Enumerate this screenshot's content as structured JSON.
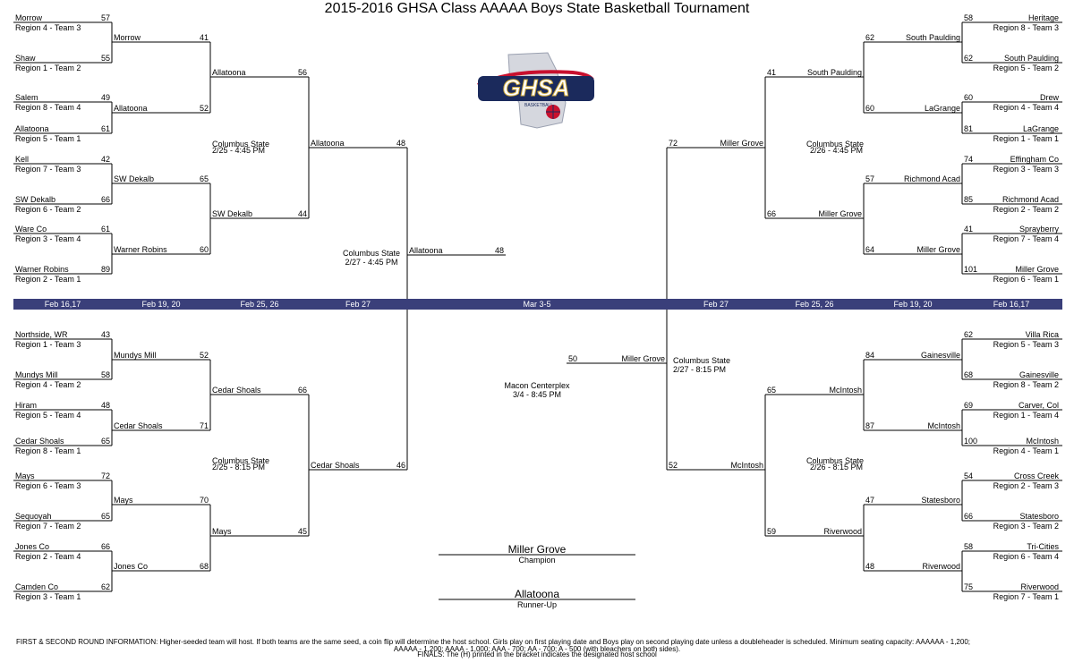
{
  "title": "2015-2016 GHSA Class AAAAA Boys State Basketball Tournament",
  "colors": {
    "date_bar": "#3a3f7a",
    "logo_navy": "#1b2a5c",
    "logo_red": "#c8102e",
    "logo_gold": "#c9a53a"
  },
  "logo": {
    "icon": "ghsa-basketball-logo",
    "text": "GHSA",
    "subtext": "BASKETBALL"
  },
  "round1_left": [
    {
      "name": "Morrow",
      "seed": "Region 4 - Team 3",
      "score": "57"
    },
    {
      "name": "Shaw",
      "seed": "Region 1 - Team 2",
      "score": "55"
    },
    {
      "name": "Salem",
      "seed": "Region 8 - Team 4",
      "score": "49"
    },
    {
      "name": "Allatoona",
      "seed": "Region 5 - Team 1",
      "score": "61"
    },
    {
      "name": "Kell",
      "seed": "Region 7 - Team 3",
      "score": "42"
    },
    {
      "name": "SW Dekalb",
      "seed": "Region 6 - Team 2",
      "score": "66"
    },
    {
      "name": "Ware Co",
      "seed": "Region 3 - Team 4",
      "score": "61"
    },
    {
      "name": "Warner Robins",
      "seed": "Region 2 - Team 1",
      "score": "89"
    },
    {
      "name": "Northside, WR",
      "seed": "Region 1 - Team 3",
      "score": "43"
    },
    {
      "name": "Mundys Mill",
      "seed": "Region 4 - Team 2",
      "score": "58"
    },
    {
      "name": "Hiram",
      "seed": "Region 5 - Team 4",
      "score": "48"
    },
    {
      "name": "Cedar Shoals",
      "seed": "Region 8 - Team 1",
      "score": "65"
    },
    {
      "name": "Mays",
      "seed": "Region 6 - Team 3",
      "score": "72"
    },
    {
      "name": "Sequoyah",
      "seed": "Region 7 - Team 2",
      "score": "65"
    },
    {
      "name": "Jones Co",
      "seed": "Region 2 - Team 4",
      "score": "66"
    },
    {
      "name": "Camden Co",
      "seed": "Region 3 - Team 1",
      "score": "62"
    }
  ],
  "round2_left": [
    {
      "name": "Morrow",
      "score": "41"
    },
    {
      "name": "Allatoona",
      "score": "52"
    },
    {
      "name": "SW Dekalb",
      "score": "65"
    },
    {
      "name": "Warner Robins",
      "score": "60"
    },
    {
      "name": "Mundys Mill",
      "score": "52"
    },
    {
      "name": "Cedar Shoals",
      "score": "71"
    },
    {
      "name": "Mays",
      "score": "70"
    },
    {
      "name": "Jones Co",
      "score": "68"
    }
  ],
  "quarter_left": [
    {
      "name": "Allatoona",
      "score": "56"
    },
    {
      "name": "SW Dekalb",
      "score": "44"
    },
    {
      "name": "Cedar Shoals",
      "score": "66"
    },
    {
      "name": "Mays",
      "score": "45"
    }
  ],
  "quarter_left_venues": [
    {
      "line1": "Columbus State",
      "line2": "2/25 - 4:45 PM"
    },
    {
      "line1": "Columbus State",
      "line2": "2/25 - 8:15 PM"
    }
  ],
  "semi_left": [
    {
      "name": "Allatoona",
      "score": "48"
    },
    {
      "name": "Cedar Shoals",
      "score": "46"
    }
  ],
  "semi_left_venue": {
    "line1": "Columbus State",
    "line2": "2/27 - 4:45 PM"
  },
  "final_left": {
    "name": "Allatoona",
    "score": "48"
  },
  "round1_right": [
    {
      "name": "Heritage",
      "seed": "Region 8 - Team 3",
      "score": "58"
    },
    {
      "name": "South Paulding",
      "seed": "Region 5 - Team 2",
      "score": "62"
    },
    {
      "name": "Drew",
      "seed": "Region 4 - Team 4",
      "score": "60"
    },
    {
      "name": "LaGrange",
      "seed": "Region 1 - Team 1",
      "score": "81"
    },
    {
      "name": "Effingham Co",
      "seed": "Region 3 - Team 3",
      "score": "74"
    },
    {
      "name": "Richmond Acad",
      "seed": "Region 2 - Team 2",
      "score": "85"
    },
    {
      "name": "Sprayberry",
      "seed": "Region 7 - Team 4",
      "score": "41"
    },
    {
      "name": "Miller Grove",
      "seed": "Region 6 - Team 1",
      "score": "101"
    },
    {
      "name": "Villa Rica",
      "seed": "Region 5 - Team 3",
      "score": "62"
    },
    {
      "name": "Gainesville",
      "seed": "Region 8 - Team 2",
      "score": "68"
    },
    {
      "name": "Carver, Col",
      "seed": "Region 1 - Team 4",
      "score": "69"
    },
    {
      "name": "McIntosh",
      "seed": "Region 4 - Team 1",
      "score": "100"
    },
    {
      "name": "Cross Creek",
      "seed": "Region 2 - Team 3",
      "score": "54"
    },
    {
      "name": "Statesboro",
      "seed": "Region 3 - Team 2",
      "score": "66"
    },
    {
      "name": "Tri-Cities",
      "seed": "Region 6 - Team 4",
      "score": "58"
    },
    {
      "name": "Riverwood",
      "seed": "Region 7 - Team 1",
      "score": "75"
    }
  ],
  "round2_right": [
    {
      "name": "South Paulding",
      "score": "62"
    },
    {
      "name": "LaGrange",
      "score": "60"
    },
    {
      "name": "Richmond Acad",
      "score": "57"
    },
    {
      "name": "Miller Grove",
      "score": "64"
    },
    {
      "name": "Gainesville",
      "score": "84"
    },
    {
      "name": "McIntosh",
      "score": "87"
    },
    {
      "name": "Statesboro",
      "score": "47"
    },
    {
      "name": "Riverwood",
      "score": "48"
    }
  ],
  "quarter_right": [
    {
      "name": "South Paulding",
      "score": "41"
    },
    {
      "name": "Miller Grove",
      "score": "66"
    },
    {
      "name": "McIntosh",
      "score": "65"
    },
    {
      "name": "Riverwood",
      "score": "59"
    }
  ],
  "quarter_right_venues": [
    {
      "line1": "Columbus State",
      "line2": "2/26 - 4:45 PM"
    },
    {
      "line1": "Columbus State",
      "line2": "2/26 - 8:15 PM"
    }
  ],
  "semi_right": [
    {
      "name": "Miller Grove",
      "score": "72"
    },
    {
      "name": "McIntosh",
      "score": "52"
    }
  ],
  "semi_right_venue": {
    "line1": "Columbus State",
    "line2": "2/27 - 8:15 PM"
  },
  "final_right": {
    "name": "Miller Grove",
    "score": "50"
  },
  "final_venue": {
    "line1": "Macon Centerplex",
    "line2": "3/4 - 8:45 PM"
  },
  "dates": [
    "Feb 16,17",
    "Feb 19, 20",
    "Feb 25, 26",
    "Feb 27",
    "Mar 3-5",
    "Feb 27",
    "Feb 25, 26",
    "Feb 19, 20",
    "Feb 16,17"
  ],
  "champion": {
    "name": "Miller Grove",
    "label": "Champion"
  },
  "runner_up": {
    "name": "Allatoona",
    "label": "Runner-Up"
  },
  "footer": [
    "FIRST & SECOND ROUND INFORMATION: Higher-seeded team will host. If both teams are the same seed, a coin flip will determine the host school.  Girls play on first playing date and Boys play on second playing date unless a doubleheader is scheduled.  Minimum seating capacity: AAAAAA - 1,200;",
    "AAAAA - 1,200; AAAA - 1,000; AAA - 700; AA - 700; A - 500 (with bleachers on both sides).",
    "FINALS: The (H) printed in the bracket indicates the designated host school"
  ]
}
